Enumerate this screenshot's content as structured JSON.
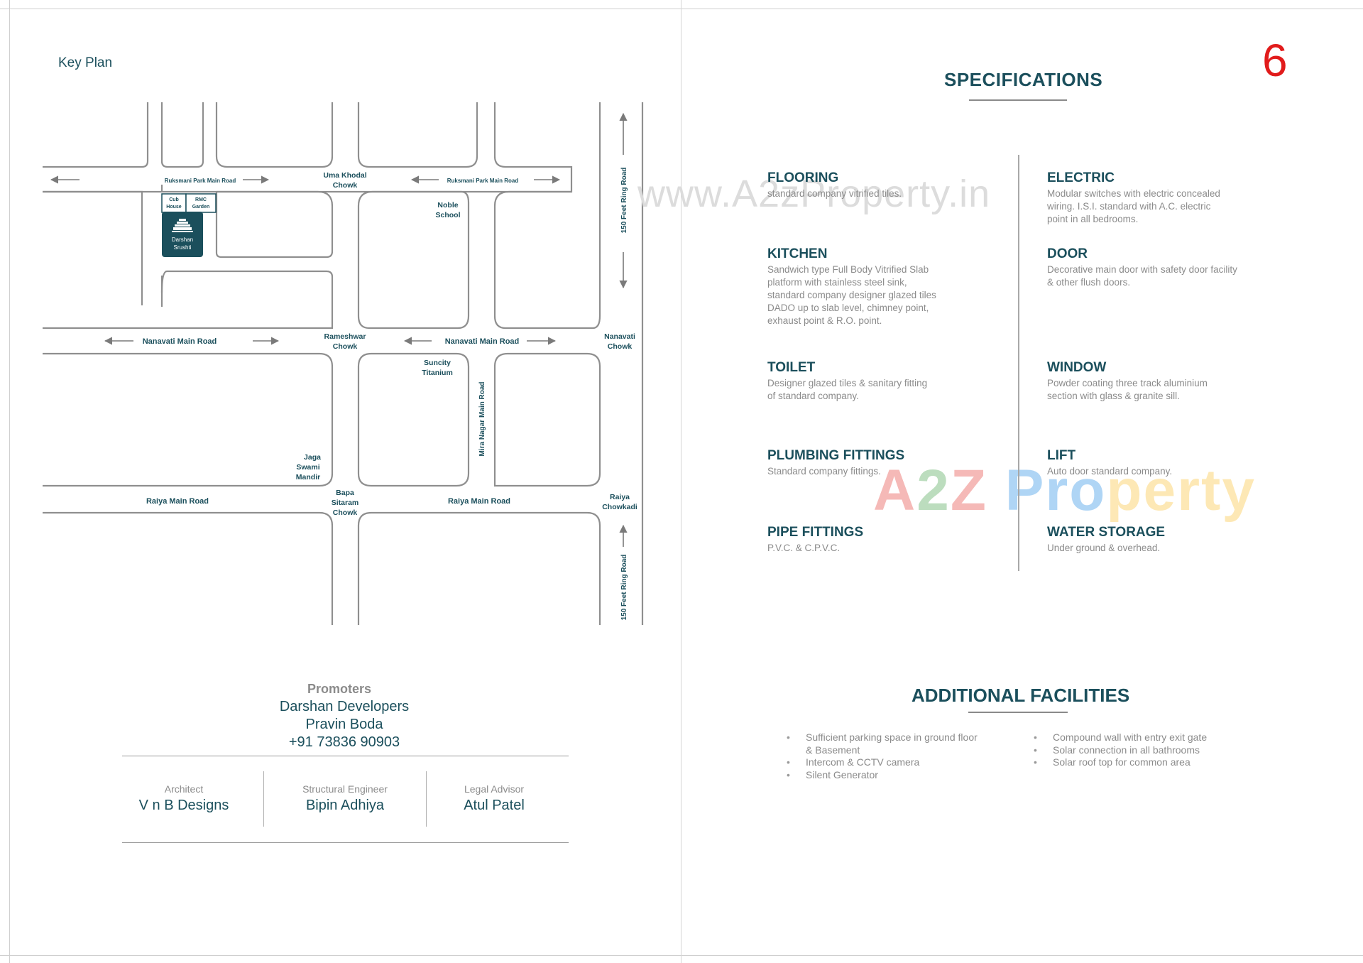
{
  "page_number": "6",
  "key_plan": {
    "title": "Key Plan",
    "labels": {
      "ruksmani_left": "Ruksmani Park Main Road",
      "ruksmani_right": "Ruksmani Park Main Road",
      "uma_khodal_1": "Uma Khodal",
      "uma_khodal_2": "Chowk",
      "club_1": "Cub",
      "club_2": "House",
      "rmc_1": "RMC",
      "rmc_2": "Garden",
      "darshan_1": "Darshan",
      "darshan_2": "Srushti",
      "noble_1": "Noble",
      "noble_2": "School",
      "ring_road_top": "150 Feet Ring Road",
      "ring_road_bottom": "150 Feet Ring Road",
      "nanavati_left": "Nanavati Main Road",
      "nanavati_right": "Nanavati Main Road",
      "rameshwar_1": "Rameshwar",
      "rameshwar_2": "Chowk",
      "nanavati_chowk_1": "Nanavati",
      "nanavati_chowk_2": "Chowk",
      "suncity_1": "Suncity",
      "suncity_2": "Titanium",
      "mira_nagar": "Mira Nagar Main Road",
      "jaga_1": "Jaga",
      "jaga_2": "Swami",
      "jaga_3": "Mandir",
      "raiya_left": "Raiya Main Road",
      "raiya_right": "Raiya Main Road",
      "bapa_1": "Bapa",
      "bapa_2": "Sitaram",
      "bapa_3": "Chowk",
      "raiya_chowkadi_1": "Raiya",
      "raiya_chowkadi_2": "Chowkadi"
    }
  },
  "watermark": {
    "url": "www.A2zProperty.in",
    "logo": [
      "A",
      "2",
      "Z",
      " Pro",
      "perty"
    ]
  },
  "specifications": {
    "title": "SPECIFICATIONS",
    "left": [
      {
        "title": "FLOORING",
        "lines": [
          "standard company vitrified tiles."
        ]
      },
      {
        "title": "KITCHEN",
        "lines": [
          "Sandwich type Full Body Vitrified Slab",
          "platform with stainless steel sink,",
          "standard company designer glazed tiles",
          "DADO up to slab level, chimney point,",
          "exhaust point & R.O. point."
        ]
      },
      {
        "title": "TOILET",
        "lines": [
          "Designer glazed tiles & sanitary fitting",
          "of standard company."
        ]
      },
      {
        "title": "PLUMBING FITTINGS",
        "lines": [
          "Standard company fittings."
        ]
      },
      {
        "title": "PIPE FITTINGS",
        "lines": [
          "P.V.C. & C.P.V.C."
        ]
      }
    ],
    "right": [
      {
        "title": "ELECTRIC",
        "lines": [
          "Modular switches with electric concealed",
          "wiring. I.S.I. standard with A.C. electric",
          "point in all bedrooms."
        ]
      },
      {
        "title": "DOOR",
        "lines": [
          "Decorative main door with safety door facility",
          "& other flush doors."
        ]
      },
      {
        "title": "WINDOW",
        "lines": [
          "Powder coating three track aluminium",
          "section with glass & granite sill."
        ]
      },
      {
        "title": "LIFT",
        "lines": [
          "Auto door standard company."
        ]
      },
      {
        "title": "WATER STORAGE",
        "lines": [
          "Under ground & overhead."
        ]
      }
    ]
  },
  "additional_facilities": {
    "title": "ADDITIONAL FACILITIES",
    "left_items": [
      {
        "line1": "Sufficient parking space in ground floor",
        "line2": "& Basement"
      },
      {
        "line1": "Intercom & CCTV camera",
        "line2": ""
      },
      {
        "line1": "Silent Generator",
        "line2": ""
      }
    ],
    "right_items": [
      "Compound wall with entry exit gate",
      "Solar connection in all bathrooms",
      "Solar roof top for common area"
    ]
  },
  "promoters": {
    "label": "Promoters",
    "company": "Darshan Developers",
    "person": "Pravin Boda",
    "phone": "+91 73836 90903"
  },
  "credits": [
    {
      "role": "Architect",
      "name": "V n B Designs"
    },
    {
      "role": "Structural Engineer",
      "name": "Bipin Adhiya"
    },
    {
      "role": "Legal Advisor",
      "name": "Atul Patel"
    }
  ],
  "colors": {
    "brand": "#1b4f5c",
    "body_text": "#8b8b8b",
    "page_number": "#e11b1b"
  }
}
